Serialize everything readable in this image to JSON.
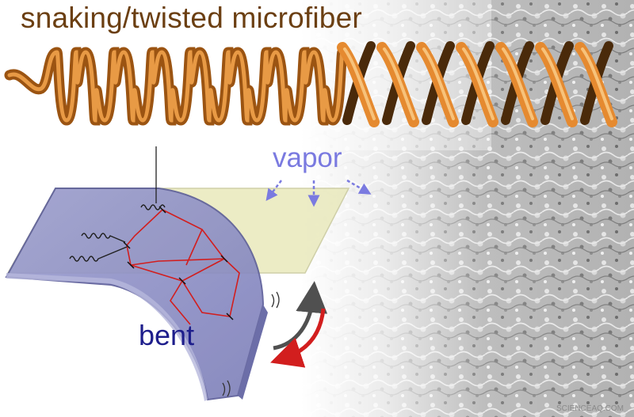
{
  "title": "snaking/twisted microfiber",
  "labels": {
    "vapor": "vapor",
    "bent": "bent"
  },
  "watermark": "SCIENCEAQ.COM",
  "colors": {
    "title_text": "#6b3f12",
    "vapor_text": "#7a7ae0",
    "bent_text": "#1e1e8c",
    "fiber_dark": "#a85a10",
    "fiber_light": "#f0a040",
    "film_blue": "#8e90c6",
    "film_yellow": "#e6e6b4",
    "network_red": "#d21e1e",
    "arrow_red": "#d21e1e",
    "arrow_dark": "#505050"
  }
}
